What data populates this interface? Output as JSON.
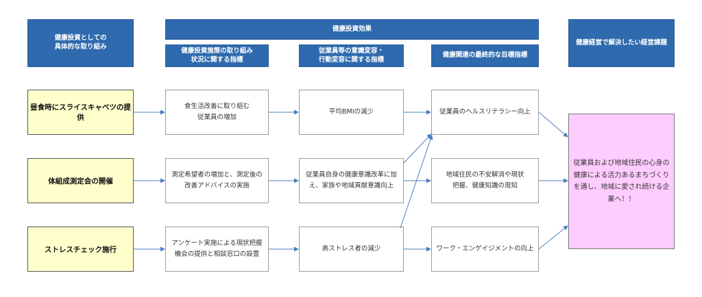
{
  "headers": {
    "initiatives": "健康投資としての\n具体的な取り組み",
    "effects": "健康投資効果",
    "measure_status": "健康投資施策の取り組み\n状況に関する指標",
    "awareness_change": "従業員等の意識変容・\n行動変容に関する指標",
    "final_goal_indicator": "健康関連の最終的な目標指標",
    "management_issue": "健康経営で解決したい経営課題"
  },
  "initiatives": [
    "昼食時にスライスキャベツの提供",
    "体組成測定会の開催",
    "ストレスチェック施行"
  ],
  "measure_indicators": [
    "食生活改善に取り組む\n従業員の増加",
    "測定希望者の増加と、測定後の\n改善アドバイスの実施",
    "アンケート実施による現状把握\n機会の提供と相談窓口の設置"
  ],
  "awareness_indicators": [
    "平均BMIの減少",
    "従業員自身の健康意識改革に加\nえ、家族や地域貢献意識向上",
    "高ストレス者の減少"
  ],
  "final_indicators": [
    "従業員のヘルスリテラシー向上",
    "地域住民の不安解消や現状\n把握、健康知識の周知",
    "ワーク・エンゲイジメントの向上"
  ],
  "management_goal": "従業員および地域住民の心身の\n健康による活力あるまちづくり\nを通し、地域に愛され続ける企\n業へ！！",
  "colors": {
    "header_fill": "#2e6aad",
    "initiative_fill": "#ffffcc",
    "goal_fill": "#ffccff",
    "connector": "#4a7fc1"
  }
}
